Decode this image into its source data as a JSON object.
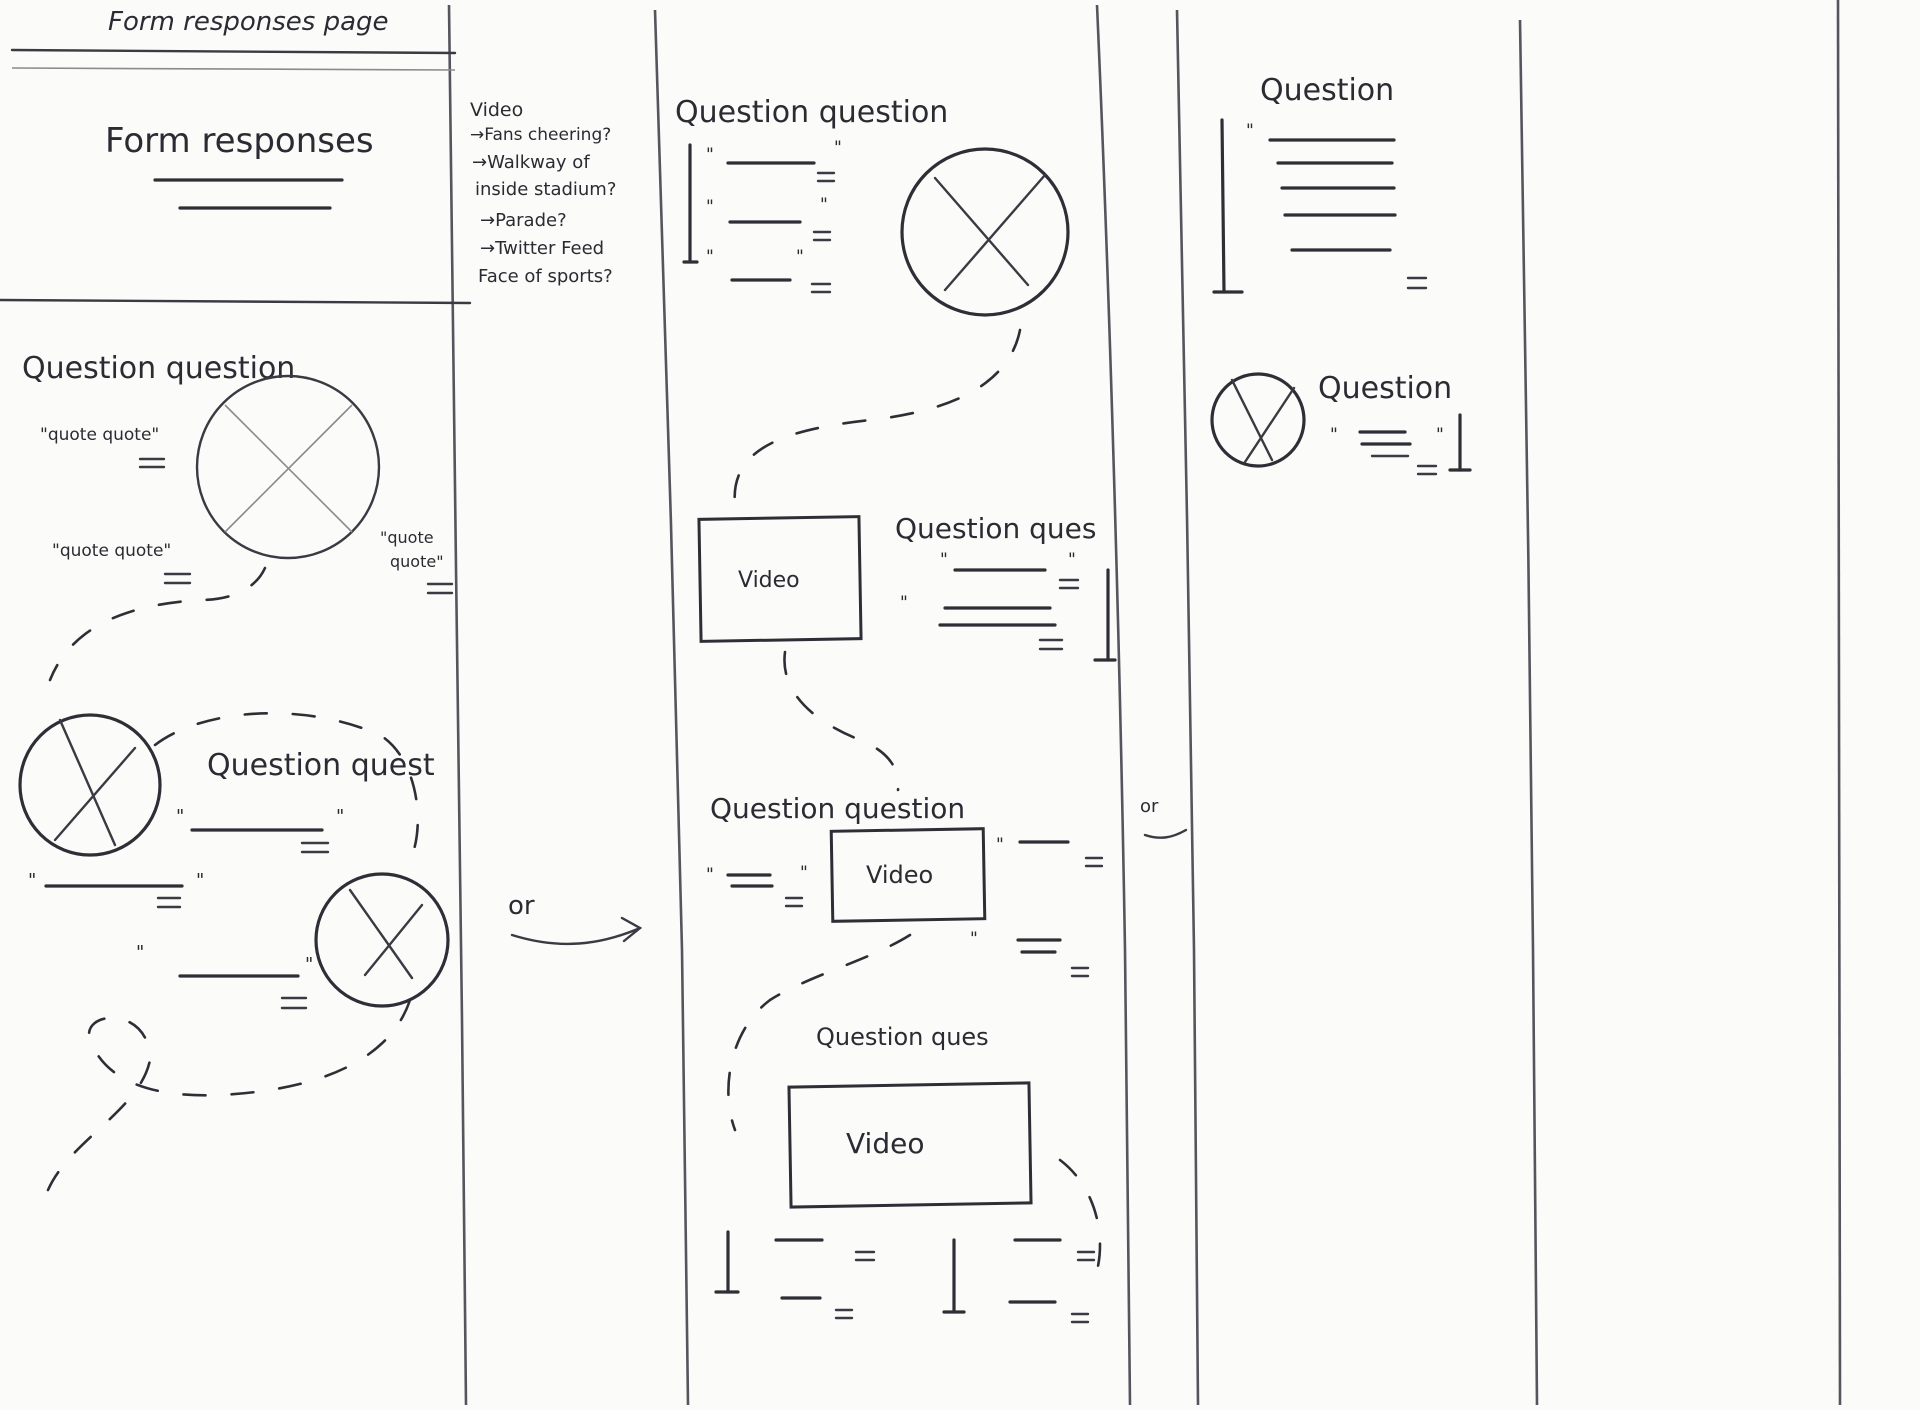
{
  "page_label": "Form responses page",
  "panel1": {
    "title": "Form responses",
    "question_a": "Question question",
    "quote_a1": "\"quote quote\"",
    "quote_a2": "\"quote quote\"",
    "quote_a3_l1": "\"quote",
    "quote_a3_l2": "quote\"",
    "question_b": "Question quest",
    "or_label": "or"
  },
  "notes": {
    "lines": [
      "Video",
      "→Fans cheering?",
      "→Walkway of",
      "inside stadium?",
      "→Parade?",
      "→Twitter Feed",
      "Face of sports?"
    ]
  },
  "panel2": {
    "question_a": "Question question",
    "question_b": "Question ques",
    "video_b": "Video",
    "question_c": "Question question",
    "video_c": "Video",
    "question_d": "Question ques",
    "video_d": "Video"
  },
  "panel3": {
    "question_a": "Question",
    "question_b": "Question",
    "or_label": "or"
  }
}
